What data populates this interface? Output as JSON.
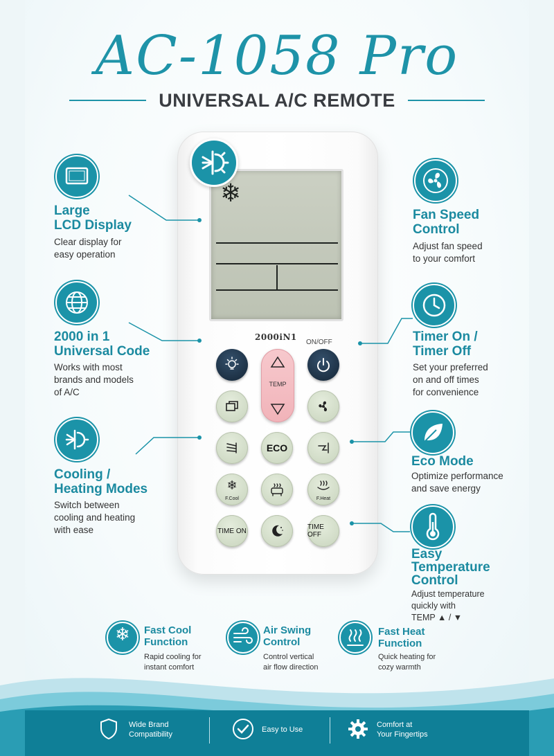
{
  "header": {
    "title": "AC-1058 Pro",
    "subtitle": "UNIVERSAL A/C REMOTE"
  },
  "remote": {
    "brand": "2000iN1",
    "onoff_label": "ON/OFF",
    "temp_label": "TEMP",
    "eco_label": "ECO",
    "fcool_label": "F.Cool",
    "fheat_label": "F.Heat",
    "timeon_label": "TIME ON",
    "timeoff_label": "TIME OFF"
  },
  "features": {
    "lcd": {
      "title_1": "Large",
      "title_2": "LCD Display",
      "desc_1": "Clear display for",
      "desc_2": "easy operation",
      "icon": "monitor-icon"
    },
    "universal": {
      "title_1": "2000 in 1",
      "title_2": "Universal Code",
      "desc_1": "Works with most",
      "desc_2": "brands and models",
      "desc_3": "of A/C",
      "icon": "globe-icon"
    },
    "modes": {
      "title_1": "Cooling /",
      "title_2": "Heating Modes",
      "desc_1": "Switch between",
      "desc_2": "cooling and heating",
      "desc_3": "with ease",
      "icon": "snow-sun-icon"
    },
    "fan": {
      "title_1": "Fan Speed",
      "title_2": "Control",
      "desc_1": "Adjust fan speed",
      "desc_2": "to your comfort",
      "icon": "fan-icon"
    },
    "timer": {
      "title_1": "Timer On /",
      "title_2": "Timer Off",
      "desc_1": "Set your preferred",
      "desc_2": "on and off times",
      "desc_3": "for convenience",
      "icon": "clock-icon"
    },
    "eco": {
      "title_1": "Eco Mode",
      "desc_1": "Optimize performance",
      "desc_2": "and save energy",
      "icon": "leaf-icon"
    },
    "temp": {
      "title_1": "Easy",
      "title_2": "Temperature",
      "title_3": "Control",
      "desc_1": "Adjust temperature",
      "desc_2": "quickly with",
      "desc_3": "TEMP ▲ / ▼",
      "icon": "thermometer-icon"
    }
  },
  "bottom_features": [
    {
      "title_1": "Fast Cool",
      "title_2": "Function",
      "desc_1": "Rapid cooling for",
      "desc_2": "instant comfort",
      "icon": "snowflake-icon"
    },
    {
      "title_1": "Air Swing",
      "title_2": "Control",
      "desc_1": "Control vertical",
      "desc_2": "air flow direction",
      "icon": "wind-icon"
    },
    {
      "title_1": "Fast Heat",
      "title_2": "Function",
      "desc_1": "Quick heating for",
      "desc_2": "cozy warmth",
      "icon": "heat-icon"
    }
  ],
  "footer": [
    {
      "line_1": "Wide Brand",
      "line_2": "Compatibility",
      "icon": "shield-icon"
    },
    {
      "line_1": "Easy to Use",
      "line_2": "",
      "icon": "check-circle-icon"
    },
    {
      "line_1": "Comfort at",
      "line_2": "Your Fingertips",
      "icon": "gear-icon"
    }
  ],
  "colors": {
    "accent": "#1b93a8",
    "footer": "#0f7f97",
    "temp_button": "#f4bcc2",
    "lcd": "#c4cabb",
    "button": "#d2dcc8",
    "power": "#1a2c3f"
  }
}
